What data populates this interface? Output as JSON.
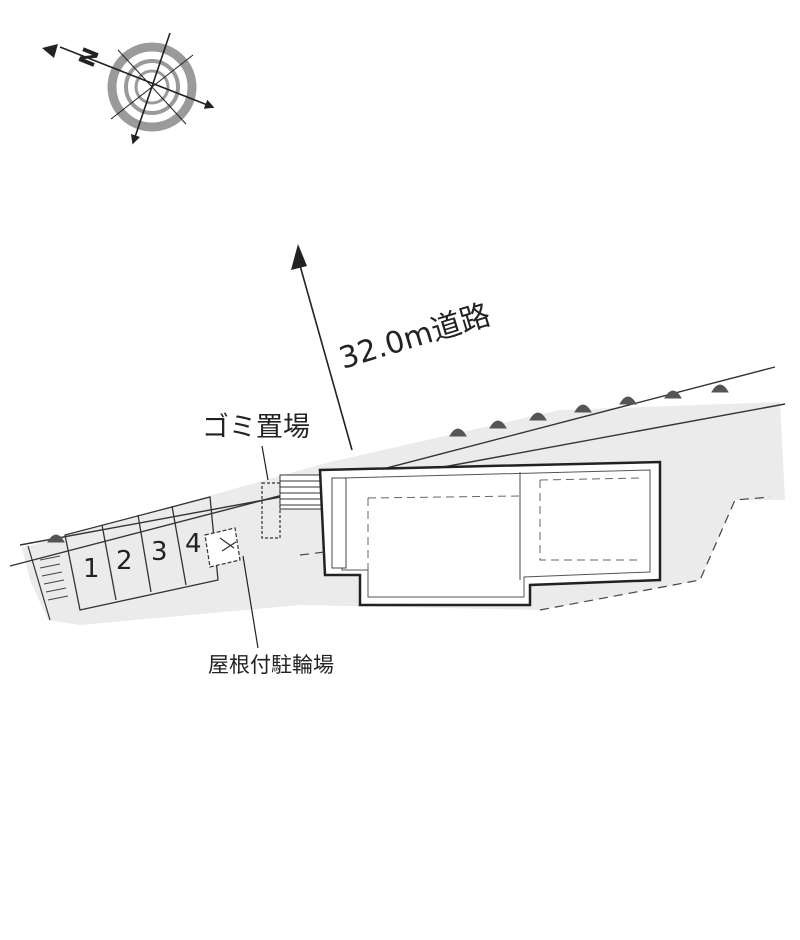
{
  "compass": {
    "north_letter": "N",
    "icon": "compass-rose-icon"
  },
  "road": {
    "label": "32.0m道路"
  },
  "garbage": {
    "label": "ゴミ置場"
  },
  "bicycle": {
    "label": "屋根付駐輪場"
  },
  "parking": {
    "stalls": [
      "1",
      "2",
      "3",
      "4"
    ]
  },
  "colors": {
    "ink": "#222222",
    "site_fill": "#ebebeb",
    "building_fill": "#ffffff",
    "compass_ring": "#9a9a9a"
  }
}
